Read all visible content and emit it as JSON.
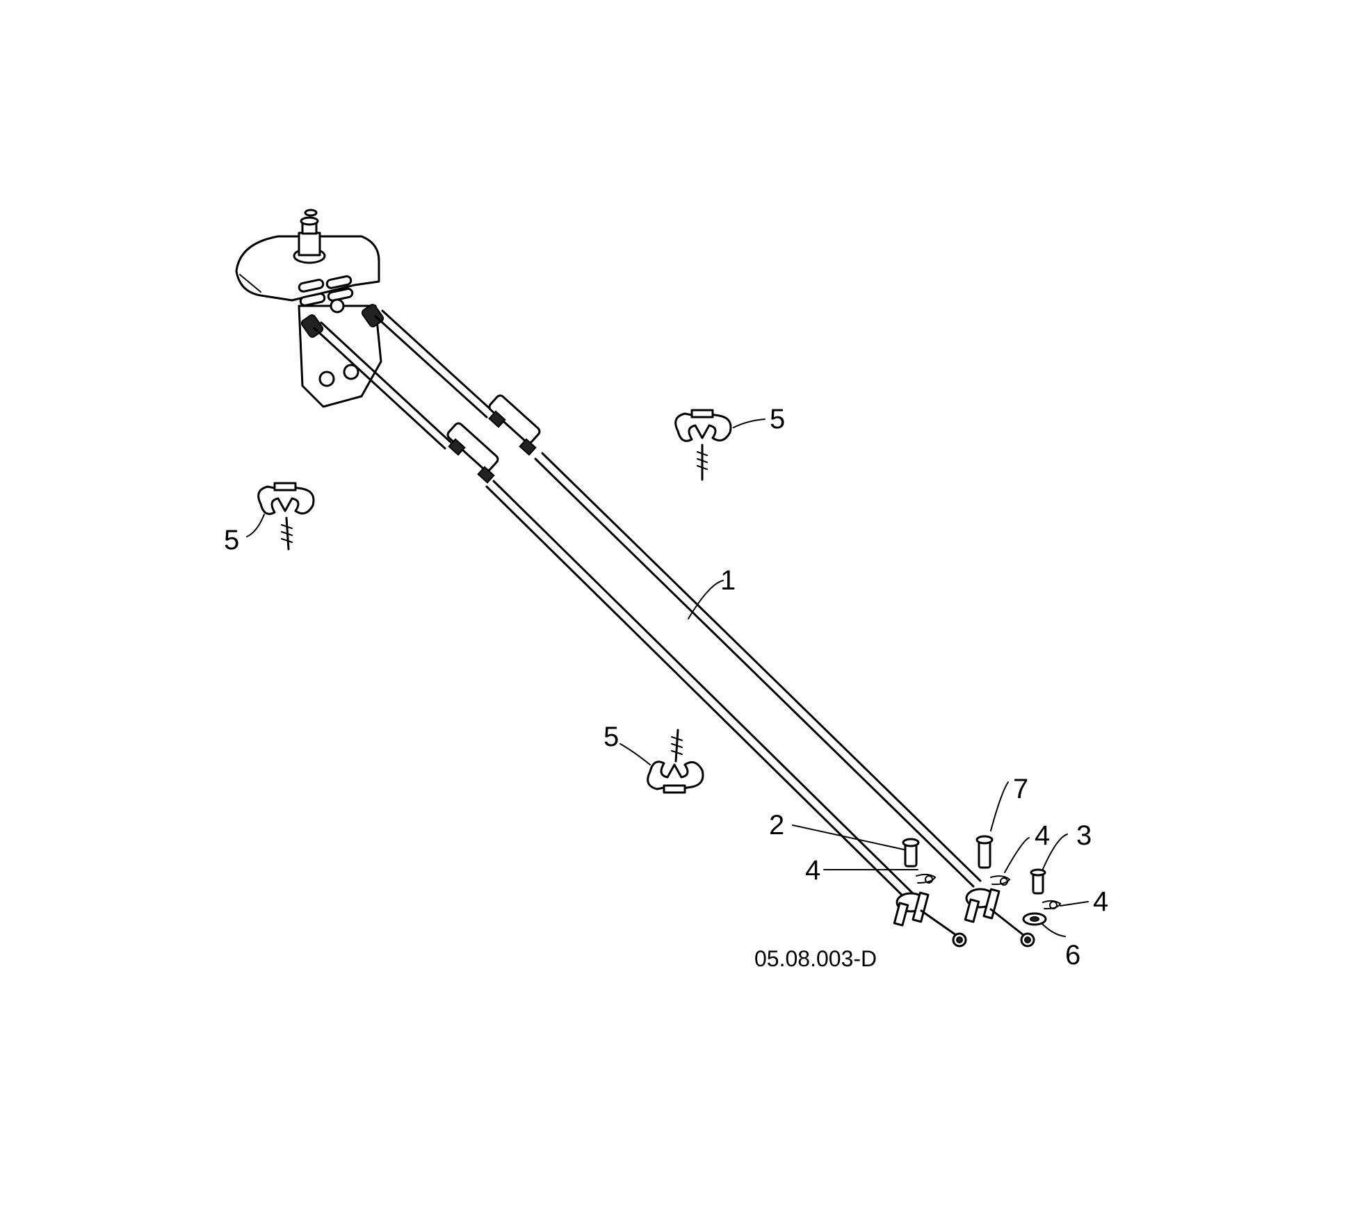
{
  "diagram": {
    "drawing_number": "05.08.003-D",
    "callouts": [
      {
        "id": "c5a",
        "text": "5"
      },
      {
        "id": "c5b",
        "text": "5"
      },
      {
        "id": "c5c",
        "text": "5"
      },
      {
        "id": "c1",
        "text": "1"
      },
      {
        "id": "c7",
        "text": "7"
      },
      {
        "id": "c2",
        "text": "2"
      },
      {
        "id": "c4a",
        "text": "4"
      },
      {
        "id": "c3",
        "text": "3"
      },
      {
        "id": "c4b",
        "text": "4"
      },
      {
        "id": "c4c",
        "text": "4"
      },
      {
        "id": "c6",
        "text": "6"
      }
    ]
  }
}
